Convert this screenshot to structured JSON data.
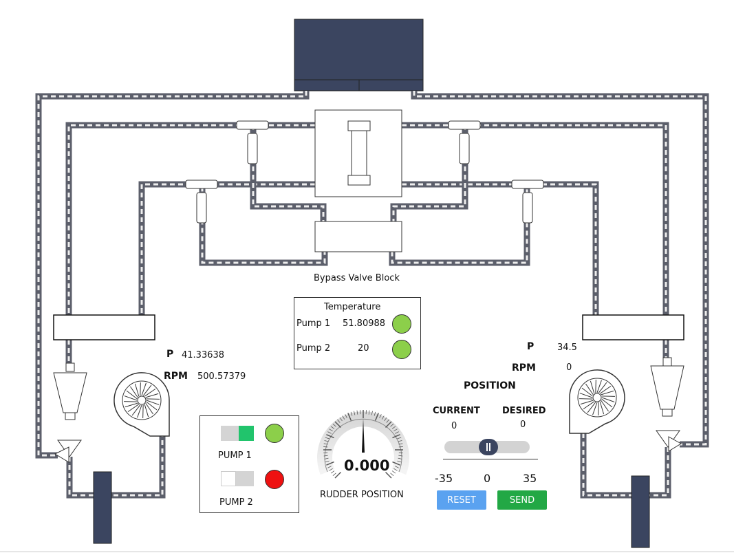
{
  "colors": {
    "pipe_dark": "#5c5f6b",
    "pipe_dash": "#eeeeee",
    "reservoir": "#3b4560",
    "lamp_green": "#8ccf4a",
    "lamp_red": "#ee1111",
    "toggle_on": "#21c46c",
    "reset_btn": "#5aa2f0",
    "send_btn": "#22a845"
  },
  "bypass": {
    "label": "Bypass Valve Block"
  },
  "temperature": {
    "title": "Temperature",
    "pump1_label": "Pump 1",
    "pump1_value": "51.80988",
    "pump1_status": "green",
    "pump2_label": "Pump 2",
    "pump2_value": "20",
    "pump2_status": "green"
  },
  "left_readout": {
    "p_label": "P",
    "p_value": "41.33638",
    "rpm_label": "RPM",
    "rpm_value": "500.57379"
  },
  "right_readout": {
    "p_label": "P",
    "p_value": "34.5",
    "rpm_label": "RPM",
    "rpm_value": "0"
  },
  "pump_panel": {
    "pump1_label": "PUMP 1",
    "pump1_on": true,
    "pump1_status": "green",
    "pump2_label": "PUMP 2",
    "pump2_on": false,
    "pump2_status": "red"
  },
  "gauge": {
    "value": "0.000",
    "label": "RUDDER POSITION",
    "needle_angle_deg": 0
  },
  "position": {
    "title": "POSITION",
    "current_label": "CURRENT",
    "current_value": "0",
    "desired_label": "DESIRED",
    "desired_value": "0",
    "slider_min": "-35",
    "slider_mid": "0",
    "slider_max": "35",
    "slider_value": 0,
    "reset_label": "RESET",
    "send_label": "SEND"
  }
}
